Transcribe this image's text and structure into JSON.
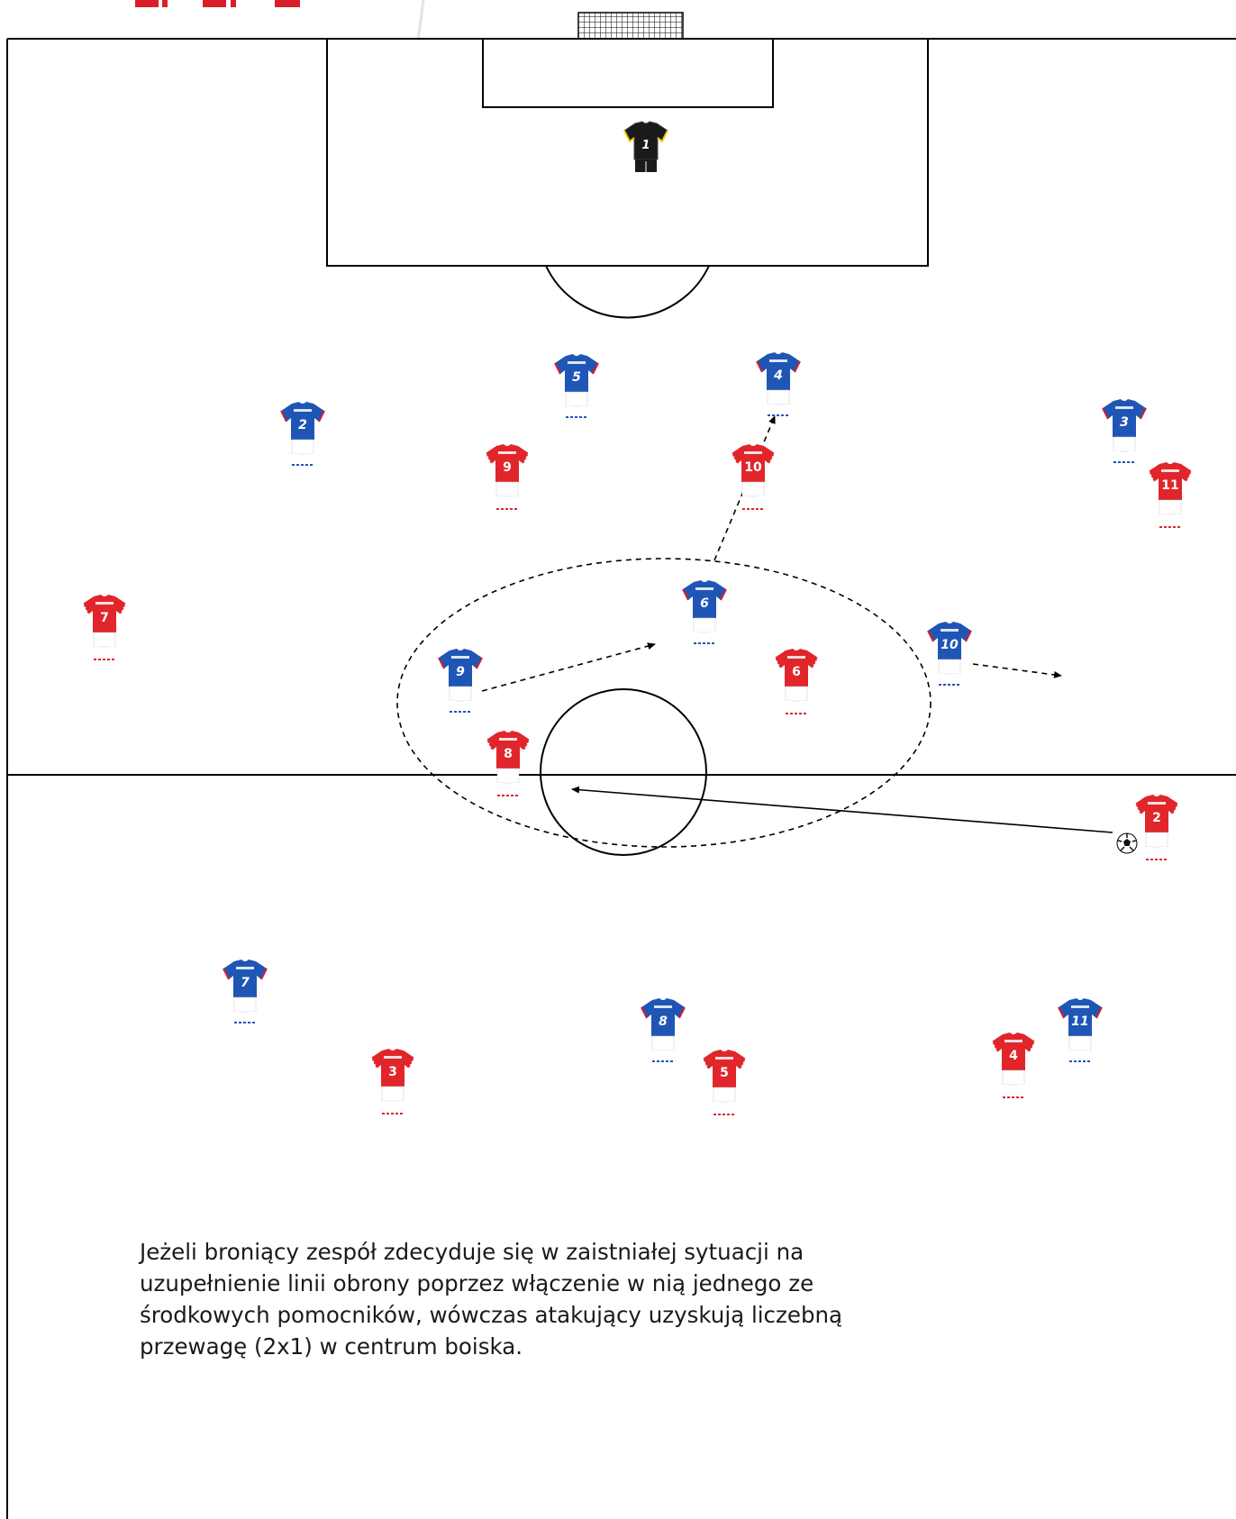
{
  "caption": "Jeżeli broniący zespół zdecyduje się w zaistniałej sytuacji na\nuzupełnienie linii obrony poprzez włączenie w nią jednego ze\nśrodkowych pomocników, wówczas atakujący uzyskują liczebną\nprzewagę (2x1) w centrum boiska.",
  "colors": {
    "red_team": "#e0262b",
    "blue_team": "#1f56b6",
    "goalkeeper": "#1a1a1a",
    "lines": "#000000",
    "accent_red": "#d81e2a"
  },
  "goalkeeper": {
    "number": "1"
  },
  "red_team": [
    {
      "id": "red-2",
      "number": "2"
    },
    {
      "id": "red-3",
      "number": "3"
    },
    {
      "id": "red-4",
      "number": "4"
    },
    {
      "id": "red-5",
      "number": "5"
    },
    {
      "id": "red-6",
      "number": "6"
    },
    {
      "id": "red-7",
      "number": "7"
    },
    {
      "id": "red-8",
      "number": "8"
    },
    {
      "id": "red-9",
      "number": "9"
    },
    {
      "id": "red-10",
      "number": "10"
    },
    {
      "id": "red-11",
      "number": "11"
    }
  ],
  "blue_team": [
    {
      "id": "blue-2",
      "number": "2"
    },
    {
      "id": "blue-3",
      "number": "3"
    },
    {
      "id": "blue-4",
      "number": "4"
    },
    {
      "id": "blue-5",
      "number": "5"
    },
    {
      "id": "blue-6",
      "number": "6"
    },
    {
      "id": "blue-7",
      "number": "7"
    },
    {
      "id": "blue-8",
      "number": "8"
    },
    {
      "id": "blue-9",
      "number": "9"
    },
    {
      "id": "blue-10",
      "number": "10"
    },
    {
      "id": "blue-11",
      "number": "11"
    }
  ],
  "icons": {
    "ball": "football-icon",
    "goal": "goal-net-icon"
  }
}
